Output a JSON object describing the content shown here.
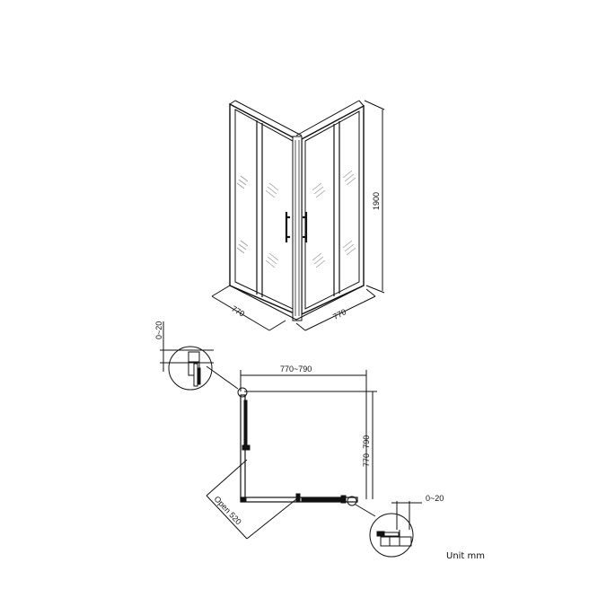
{
  "drawing": {
    "type": "corner shower enclosure technical drawing",
    "isometric": {
      "width_left": "770",
      "width_right": "770",
      "height": "1900"
    },
    "plan": {
      "top_dimension": "770~790",
      "side_dimension": "770~790",
      "opening_label": "Open 520",
      "adjust_top_detail": "0~20",
      "adjust_bottom_detail": "0~20"
    },
    "unit_label": "Unit mm",
    "colors": {
      "line": "#111111",
      "glass_hatch": "#888888",
      "background": "#ffffff"
    }
  }
}
